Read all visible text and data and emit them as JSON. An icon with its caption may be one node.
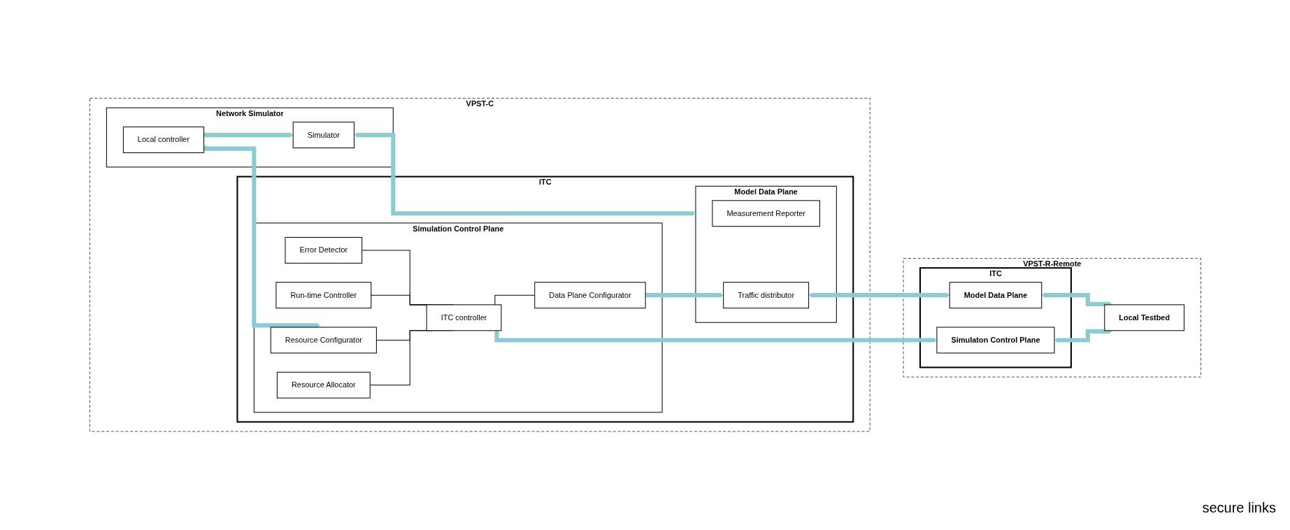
{
  "diagram": {
    "nodes": [
      {
        "text": [
          "VPST-C"
        ]
      },
      {
        "text": [
          "Network Simulator"
        ],
        "in": 0
      },
      {
        "text": [
          "Local controller"
        ],
        "in": 1
      },
      {
        "text": [
          "Simulator"
        ],
        "in": 1
      },
      {
        "text": [
          "ITC"
        ],
        "in": 0
      },
      {
        "text": [
          "Simulation Control Plane"
        ],
        "in": 4
      },
      {
        "text": [
          "Resource Allocator"
        ],
        "in": 5
      },
      {
        "text": [
          "Resource Configurator"
        ],
        "in": 5
      },
      {
        "text": [
          "Run-time Controller"
        ],
        "in": 5
      },
      {
        "text": [
          "Error Detector"
        ],
        "in": 5
      },
      {
        "text": [
          "ITC controller"
        ],
        "in": 5
      },
      {
        "text": [
          "Data Plane Configurator"
        ],
        "in": 5
      },
      {
        "text": [
          "Model Data Plane"
        ],
        "in": 4
      },
      {
        "text": [
          "Measurement Reporter"
        ],
        "in": 12
      },
      {
        "text": [
          "Traffic distributor"
        ],
        "in": 12
      },
      {
        "text": [
          "VPST-R-Remote"
        ]
      },
      {
        "text": [
          "ITC"
        ],
        "in": 15
      },
      {
        "text": [
          "Simulaton Control Plane"
        ],
        "in": 16
      },
      {
        "text": [
          "Model Data Plane"
        ],
        "in": 16
      },
      {
        "text": [
          "Local Testbed"
        ],
        "in": 15
      }
    ],
    "edges": [
      {
        "from": 2,
        "to": 7,
        "arrow": "both"
      },
      {
        "from": 2,
        "to": 3,
        "arrow": "both"
      },
      {
        "from": 3,
        "to": 12,
        "arrow": "both"
      },
      {
        "from": 6,
        "to": 10,
        "arrow": "none",
        "color": "#000000"
      },
      {
        "from": 7,
        "to": 10,
        "arrow": "none",
        "color": "#000000"
      },
      {
        "from": 8,
        "to": 10,
        "arrow": "none",
        "color": "#000000"
      },
      {
        "from": 9,
        "to": 10,
        "arrow": "none",
        "color": "#000000"
      },
      {
        "from": 10,
        "to": 11,
        "arrow": "none",
        "color": "#000000"
      },
      {
        "from": 11,
        "to": 14,
        "arrow": "to"
      },
      {
        "from": 10,
        "to": 17,
        "arrow": "both"
      },
      {
        "from": 14,
        "to": 18,
        "arrow": "both"
      },
      {
        "from": 17,
        "to": 19,
        "arrow": "both"
      },
      {
        "from": 18,
        "to": 19,
        "arrow": "both"
      }
    ],
    "labels": [
      "secure links"
    ]
  }
}
